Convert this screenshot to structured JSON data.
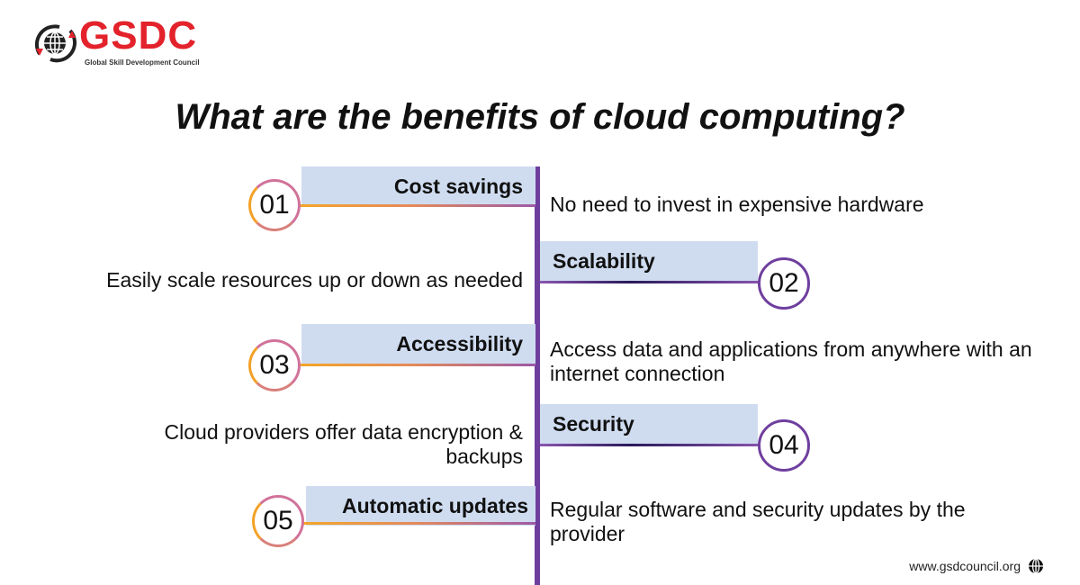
{
  "logo": {
    "brand": "GSDC",
    "subtitle": "Global Skill Development Council"
  },
  "title": "What are the benefits of cloud computing?",
  "items": [
    {
      "number": "01",
      "title": "Cost savings",
      "description": "No need to invest in expensive hardware"
    },
    {
      "number": "02",
      "title": "Scalability",
      "description": "Easily scale resources up or down as needed"
    },
    {
      "number": "03",
      "title": "Accessibility",
      "description": "Access data and applications from anywhere with an internet connection"
    },
    {
      "number": "04",
      "title": "Security",
      "description": "Cloud providers offer data encryption & backups"
    },
    {
      "number": "05",
      "title": "Automatic updates",
      "description": "Regular software and security updates by the provider"
    }
  ],
  "footer": {
    "url": "www.gsdcouncil.org"
  },
  "colors": {
    "brand": "#e3222b",
    "spine": "#6f3f9e",
    "box": "#cfdcf0"
  }
}
